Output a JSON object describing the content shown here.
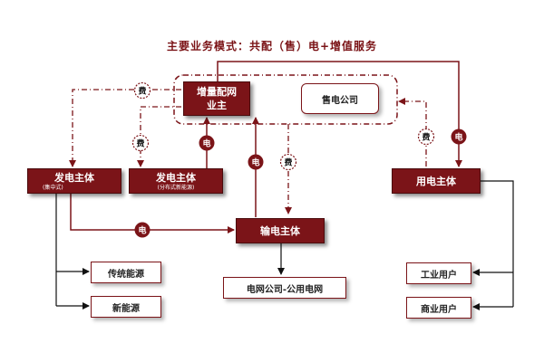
{
  "title": "主要业务模式：共配（售）电+增值服务",
  "nodes": {
    "incremental": {
      "line1": "增量配网",
      "line2": "业主"
    },
    "retail": "售电公司",
    "gen_central": {
      "name": "发电主体",
      "note": "(集中式)"
    },
    "gen_dist": {
      "name": "发电主体",
      "note": "(分布式新能源)"
    },
    "user": "用电主体",
    "transmission": "输电主体",
    "grid": "电网公司-公用电网",
    "traditional": "传统能源",
    "renewable": "新能源",
    "industrial": "工业用户",
    "commercial": "商业用户"
  },
  "badges": {
    "fee": "费",
    "power": "电"
  },
  "colors": {
    "dark_red": "#7b1418",
    "line": "#111111"
  }
}
